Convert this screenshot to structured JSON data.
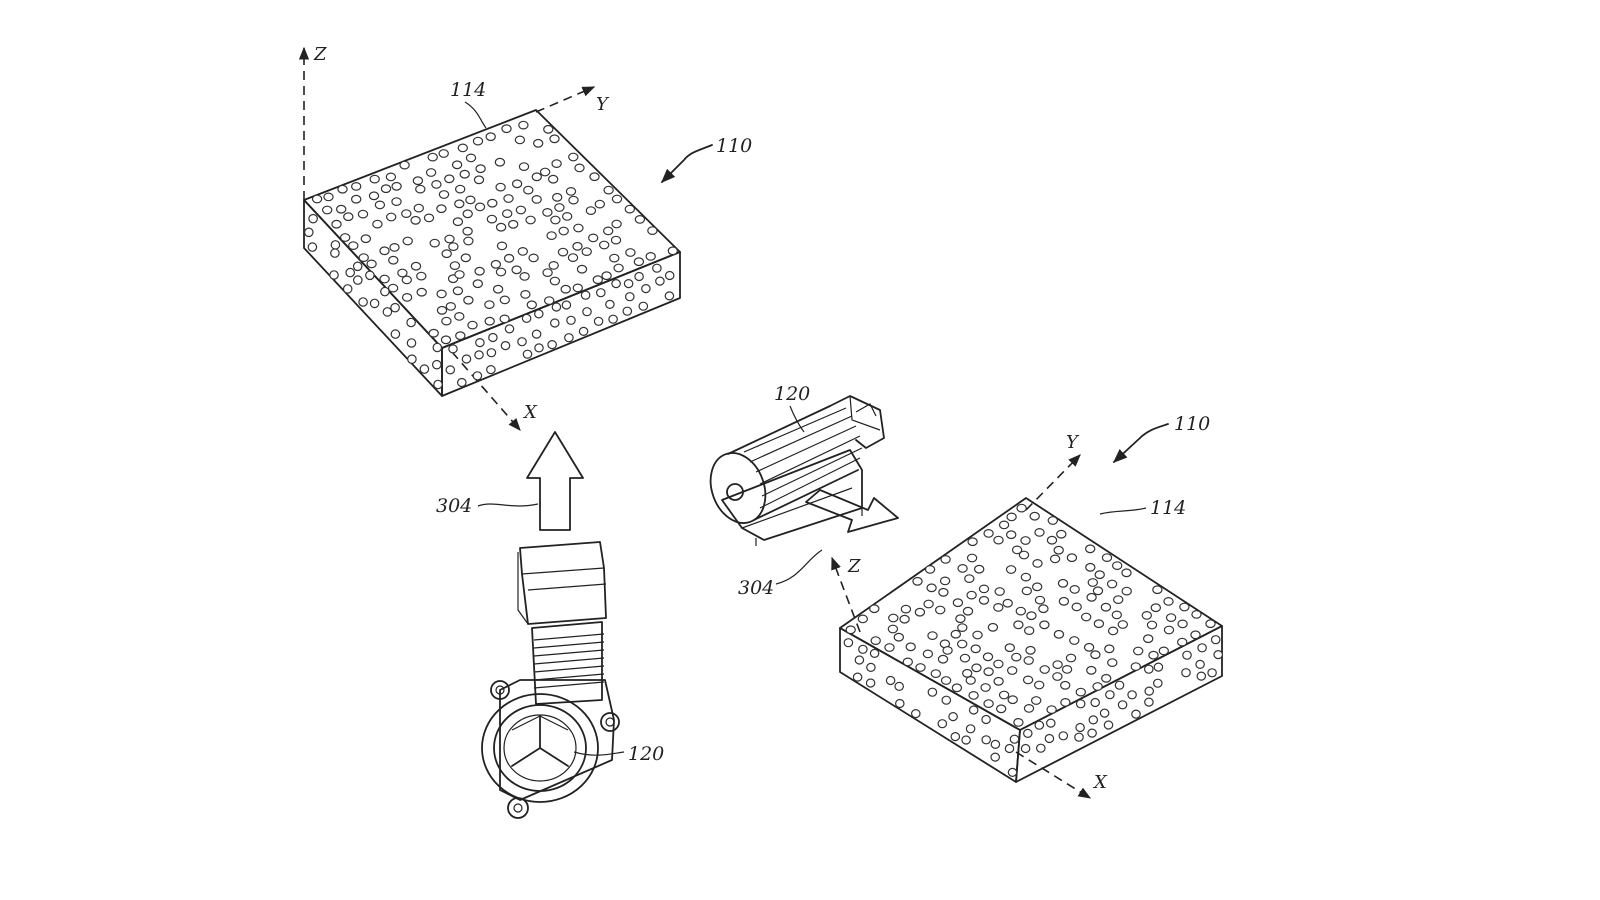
{
  "labels": {
    "block_top": "110",
    "block_top_surface": "114",
    "block_right": "110",
    "block_right_surface": "114",
    "blower_fan": "120",
    "crossflow_fan": "120",
    "airflow_left": "304",
    "airflow_right": "304"
  },
  "axes": {
    "top_block": {
      "z": "Z",
      "y": "Y",
      "x": "X"
    },
    "right_block": {
      "y": "Y",
      "z": "Z",
      "x": "X"
    }
  },
  "colors": {
    "line": "#222222",
    "background": "#ffffff"
  }
}
